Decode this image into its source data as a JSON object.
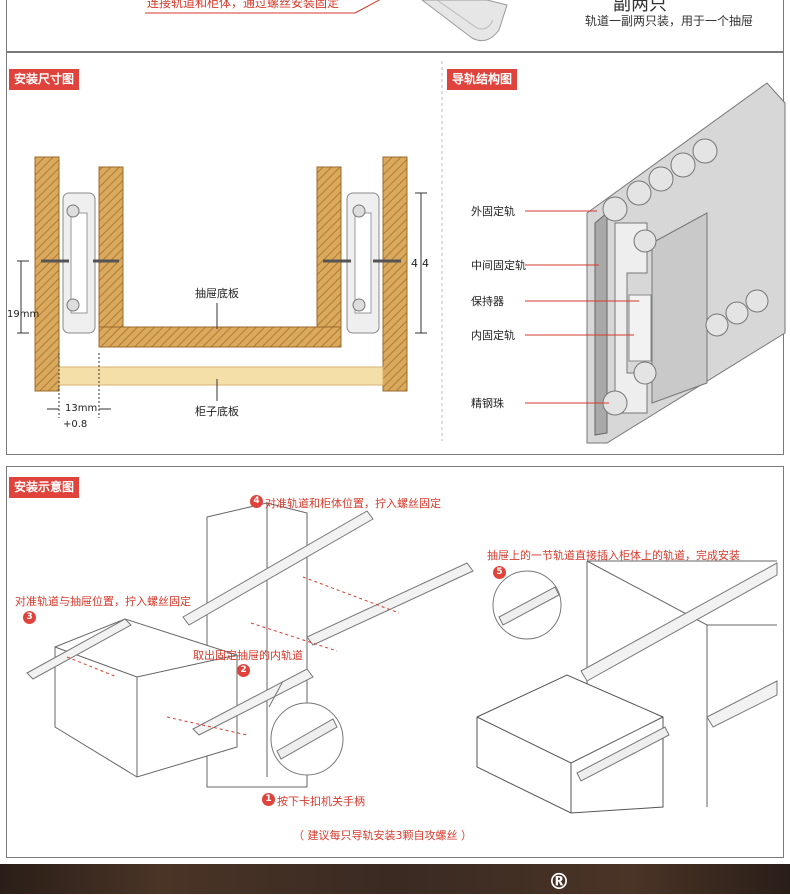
{
  "top": {
    "left_caption": "连接轨道和柜体，通过螺丝安装固定",
    "right_heading": "副两只",
    "right_caption": "轨道一副两只装，用于一个抽屉"
  },
  "size_diagram": {
    "tag": "安装尺寸图",
    "drawer_bottom": "抽屉底板",
    "cabinet_bottom": "柜子底板",
    "dim_height": "19mm",
    "dim_right": "44",
    "dim_gap": "13mm",
    "dim_tol": "+0.8"
  },
  "structure_diagram": {
    "tag": "导轨结构图",
    "labels": [
      "外固定轨",
      "中间固定轨",
      "保持器",
      "内固定轨",
      "精钢珠"
    ]
  },
  "install_diagram": {
    "tag": "安装示意图",
    "step1_num": "1",
    "step1_text": "按下卡扣机关手柄",
    "step2_num": "2",
    "step2_text": "取出固定抽屉的内轨道",
    "step3_num": "3",
    "step3_text": "对准轨道与抽屉位置，拧入螺丝固定",
    "step4_num": "4",
    "step4_text": "对准轨道和柜体位置，拧入螺丝固定",
    "step5_num": "5",
    "step5_text": "抽屉上的一节轨道直接插入柜体上的轨道，完成安装",
    "footnote": "（ 建议每只导轨安装3颗自攻螺丝 ）"
  },
  "footer": {
    "brand_mark": "®"
  },
  "colors": {
    "accent": "#e0433b",
    "wood": "#d9a95e",
    "wood_dark": "#b07a33",
    "footer": "#3a2a22"
  }
}
